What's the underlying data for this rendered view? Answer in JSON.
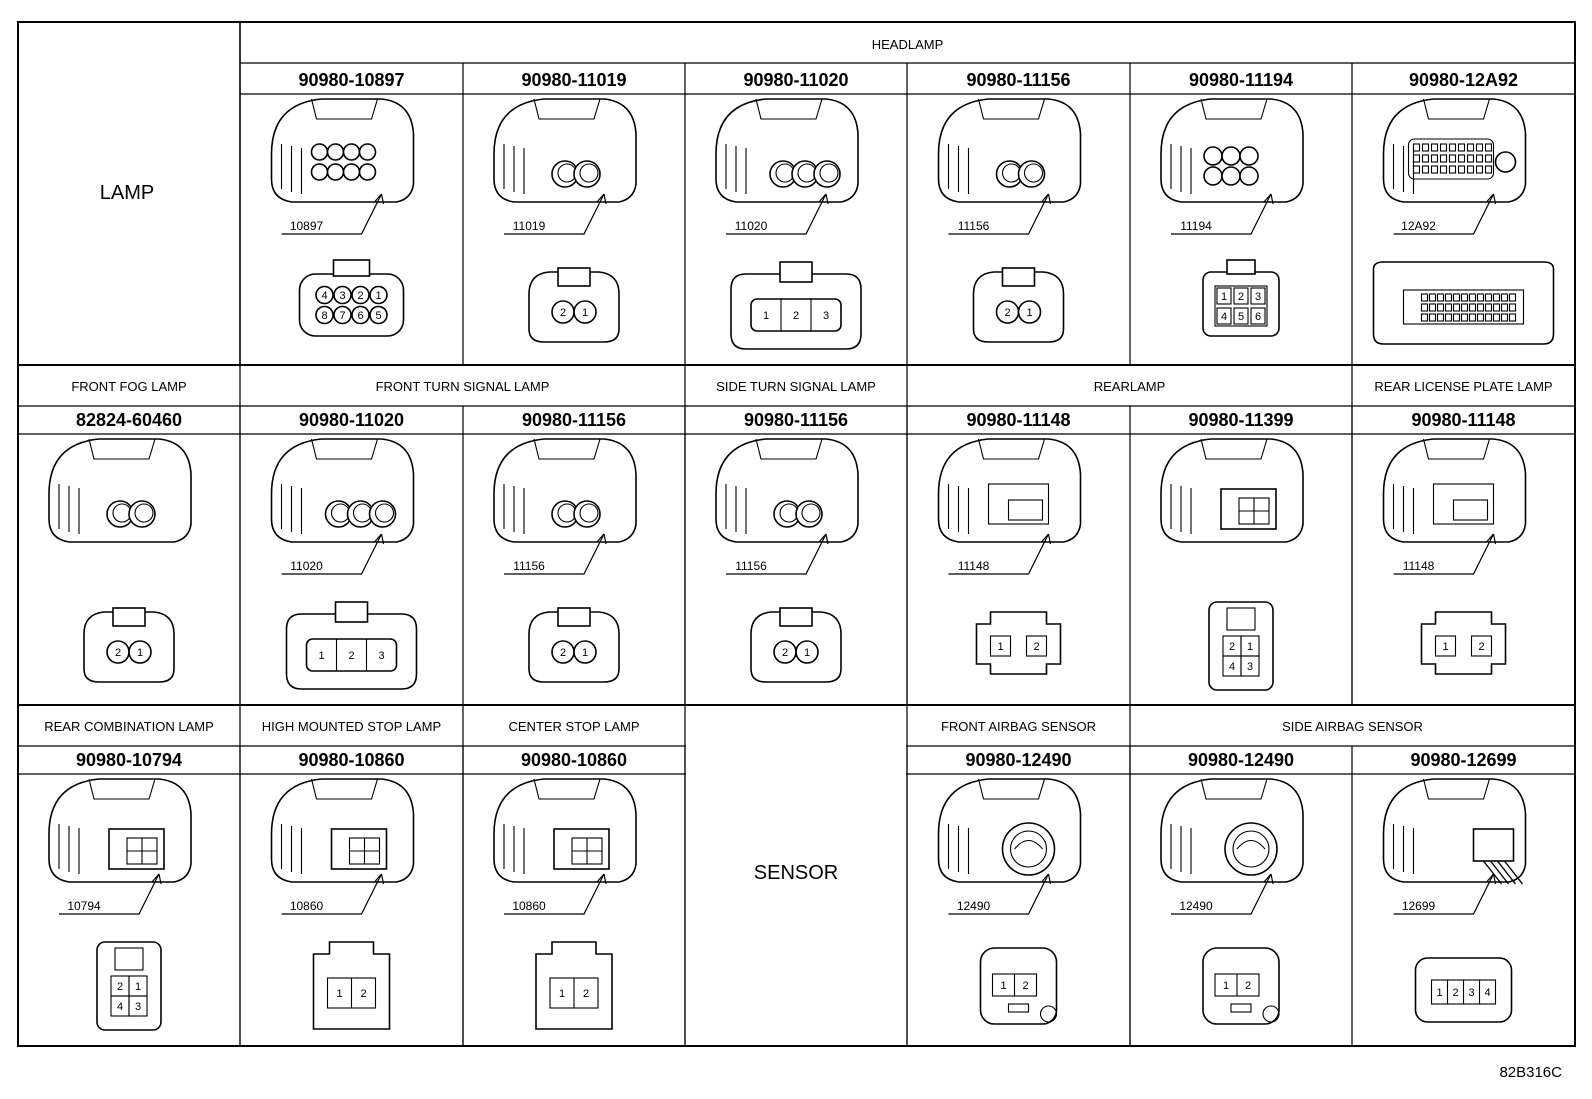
{
  "figure_id": "82B316C",
  "rows": [
    {
      "label": "LAMP",
      "groups": [
        {
          "title": "HEADLAMP",
          "span": 6
        }
      ],
      "cells": [
        {
          "part_number": "90980-10897",
          "tag": "10897",
          "pins": [
            "4",
            "3",
            "2",
            "1",
            "8",
            "7",
            "6",
            "5"
          ],
          "style": "round8"
        },
        {
          "part_number": "90980-11019",
          "tag": "11019",
          "pins": [
            "2",
            "1"
          ],
          "style": "round2"
        },
        {
          "part_number": "90980-11020",
          "tag": "11020",
          "pins": [
            "1",
            "2",
            "3"
          ],
          "style": "flat3"
        },
        {
          "part_number": "90980-11156",
          "tag": "11156",
          "pins": [
            "2",
            "1"
          ],
          "style": "round2"
        },
        {
          "part_number": "90980-11194",
          "tag": "11194",
          "pins": [
            "1",
            "2",
            "3",
            "4",
            "5",
            "6"
          ],
          "style": "grid6"
        },
        {
          "part_number": "90980-12A92",
          "tag": "12A92",
          "pins": [],
          "style": "multi"
        }
      ]
    },
    {
      "label": "",
      "groups": [
        {
          "title": "FRONT FOG LAMP",
          "span": 1
        },
        {
          "title": "FRONT TURN SIGNAL LAMP",
          "span": 2
        },
        {
          "title": "SIDE TURN SIGNAL LAMP",
          "span": 1
        },
        {
          "title": "REARLAMP",
          "span": 2
        },
        {
          "title": "REAR LICENSE PLATE LAMP",
          "span": 1
        }
      ],
      "cells": [
        {
          "part_number": "82824-60460",
          "tag": "",
          "pins": [
            "2",
            "1"
          ],
          "style": "round2"
        },
        {
          "part_number": "90980-11020",
          "tag": "11020",
          "pins": [
            "1",
            "2",
            "3"
          ],
          "style": "flat3"
        },
        {
          "part_number": "90980-11156",
          "tag": "11156",
          "pins": [
            "2",
            "1"
          ],
          "style": "round2"
        },
        {
          "part_number": "90980-11156",
          "tag": "11156",
          "pins": [
            "2",
            "1"
          ],
          "style": "round2"
        },
        {
          "part_number": "90980-11148",
          "tag": "11148",
          "pins": [
            "1",
            "2"
          ],
          "style": "square2"
        },
        {
          "part_number": "90980-11399",
          "tag": "",
          "pins": [
            "2",
            "1",
            "4",
            "3"
          ],
          "style": "grid4"
        },
        {
          "part_number": "90980-11148",
          "tag": "11148",
          "pins": [
            "1",
            "2"
          ],
          "style": "square2"
        }
      ]
    },
    {
      "label": "",
      "groups": [
        {
          "title": "REAR COMBINATION LAMP",
          "span": 1
        },
        {
          "title": "HIGH MOUNTED STOP LAMP",
          "span": 1
        },
        {
          "title": "CENTER STOP LAMP",
          "span": 1
        },
        {
          "title": "SENSOR",
          "span": 1,
          "label_cell": true
        },
        {
          "title": "FRONT AIRBAG SENSOR",
          "span": 1
        },
        {
          "title": "SIDE AIRBAG SENSOR",
          "span": 2
        }
      ],
      "cells": [
        {
          "part_number": "90980-10794",
          "tag": "10794",
          "pins": [
            "2",
            "1",
            "4",
            "3"
          ],
          "style": "grid4"
        },
        {
          "part_number": "90980-10860",
          "tag": "10860",
          "pins": [
            "1",
            "2"
          ],
          "style": "flat2"
        },
        {
          "part_number": "90980-10860",
          "tag": "10860",
          "pins": [
            "1",
            "2"
          ],
          "style": "flat2"
        },
        {
          "part_number": "90980-12490",
          "tag": "12490",
          "pins": [
            "1",
            "2"
          ],
          "style": "airbag"
        },
        {
          "part_number": "90980-12490",
          "tag": "12490",
          "pins": [
            "1",
            "2"
          ],
          "style": "airbag"
        },
        {
          "part_number": "90980-12699",
          "tag": "12699",
          "pins": [
            "1",
            "2",
            "3",
            "4"
          ],
          "style": "row4"
        }
      ]
    }
  ],
  "sensor_label": "SENSOR"
}
